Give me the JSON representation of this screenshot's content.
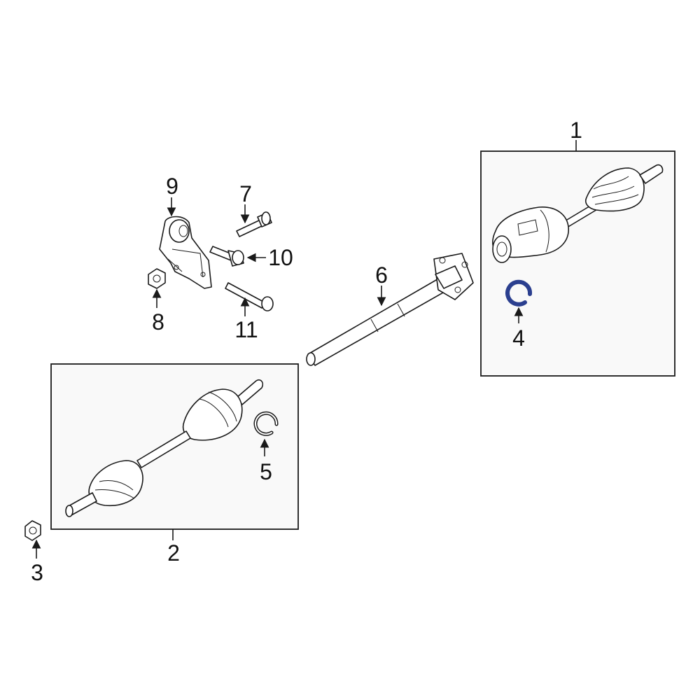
{
  "callouts": {
    "c1": "1",
    "c2": "2",
    "c3": "3",
    "c4": "4",
    "c5": "5",
    "c6": "6",
    "c7": "7",
    "c8": "8",
    "c9": "9",
    "c10": "10",
    "c11": "11"
  },
  "colors": {
    "line": "#1a1a1a",
    "highlight": "#2b3f8f",
    "box_fill": "#f9f9f9"
  }
}
